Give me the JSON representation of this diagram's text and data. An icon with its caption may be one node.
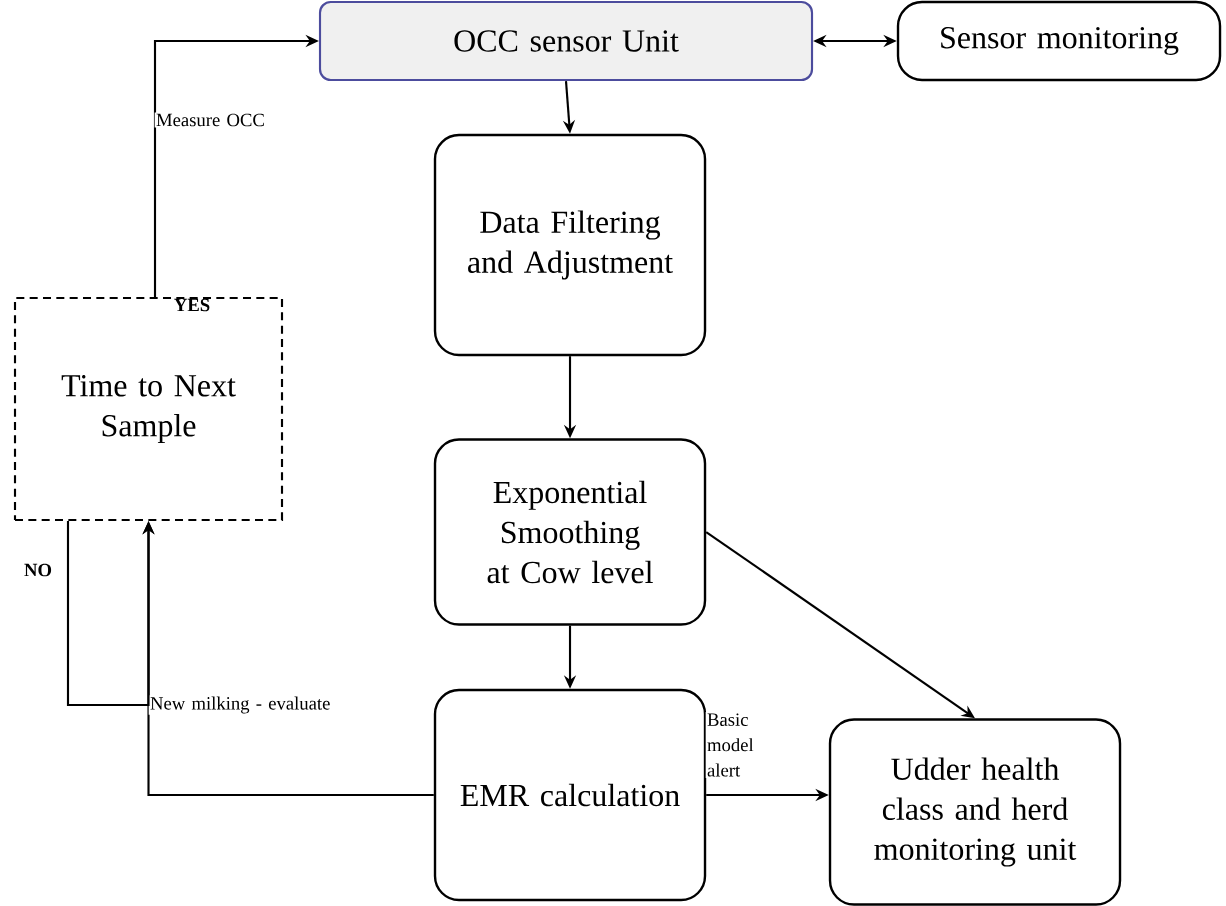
{
  "diagram": {
    "nodes": [
      {
        "text": [
          "OCC sensor Unit"
        ]
      },
      {
        "text": [
          "Sensor monitoring"
        ]
      },
      {
        "text": [
          "Data Filtering and Adjustment"
        ]
      },
      {
        "text": [
          "Time to Next Sample"
        ]
      },
      {
        "text": [
          "Exponential Smoothing at Cow level"
        ]
      },
      {
        "text": [
          "EMR calculation"
        ]
      },
      {
        "text": [
          "Udder health class and herd monitoring unit"
        ]
      }
    ],
    "edges": [
      {
        "from": 0,
        "to": 1,
        "arrow": "both"
      },
      {
        "from": 0,
        "to": 2,
        "arrow": "to"
      },
      {
        "from": 2,
        "to": 4,
        "arrow": "to"
      },
      {
        "from": 4,
        "to": 5,
        "arrow": "to"
      },
      {
        "from": 4,
        "to": 6,
        "arrow": "to"
      },
      {
        "from": 5,
        "to": 6,
        "arrow": "to",
        "label": "Basic model alert"
      },
      {
        "from": 3,
        "to": 0,
        "arrow": "to",
        "label": "Measure OCC"
      },
      {
        "from": 5,
        "to": 3,
        "arrow": "to",
        "label": "New milking - evaluate"
      },
      {
        "from": 3,
        "to": 3,
        "arrow": "to"
      }
    ],
    "labels": [
      "YES",
      "NO"
    ]
  }
}
